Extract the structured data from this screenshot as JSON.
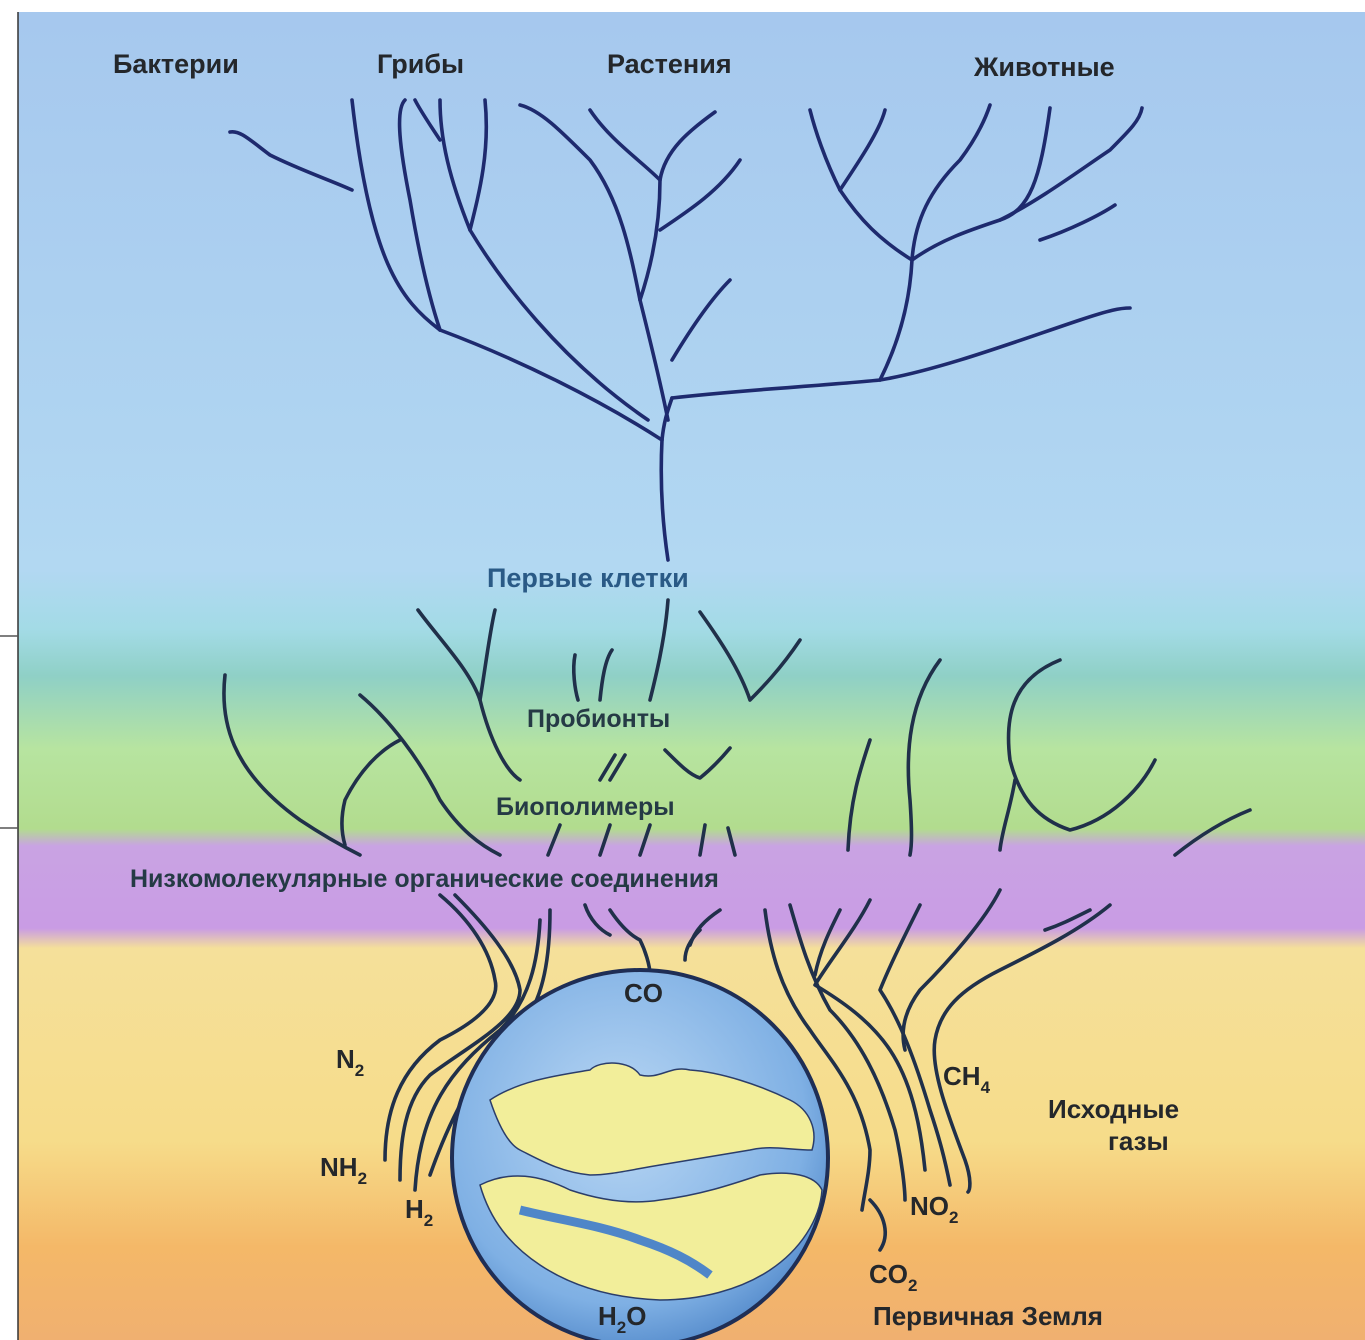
{
  "labels": {
    "kingdoms": {
      "bacteria": "Бактерии",
      "fungi": "Грибы",
      "plants": "Растения",
      "animals": "Животные"
    },
    "first_cells": "Первые клетки",
    "probionts": "Пробионты",
    "biopolymers": "Биополимеры",
    "low_molecular": "Низкомолекулярные органические соединения",
    "gases": {
      "co": "CO",
      "n2": {
        "base": "N",
        "sub": "2"
      },
      "nh2": {
        "base": "NH",
        "sub": "2"
      },
      "h2": {
        "base": "H",
        "sub": "2"
      },
      "ch4": {
        "base": "CH",
        "sub": "4"
      },
      "no2": {
        "base": "NO",
        "sub": "2"
      },
      "co2": {
        "base": "CO",
        "sub": "2"
      },
      "h2o": {
        "base": "H",
        "sub": "2",
        "tail": "O"
      }
    },
    "initial_gases_line1": "Исходные",
    "initial_gases_line2": "газы",
    "primary_earth": "Первичная Земля"
  },
  "colors": {
    "sky": "#a9cdee",
    "teal_band": "#8fd0c6",
    "green_band": "#b6e09a",
    "violet_band": "#c79ae0",
    "yellow_band": "#f6e08a",
    "orange_band": "#f3b56a",
    "tree_line": "#1e2a6e",
    "earth_ocean": "#7fb3e6",
    "earth_land": "#f2ee9a"
  }
}
